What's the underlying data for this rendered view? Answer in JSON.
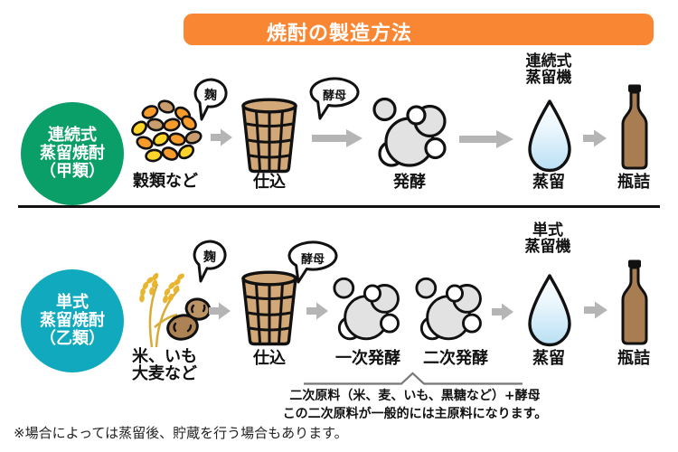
{
  "title": "焼酎の製造方法",
  "colors": {
    "banner_orange": "#F98633",
    "badge_green": "#0A9E68",
    "badge_teal": "#10A9BE",
    "arrow_gray": "#B5B5B5",
    "bubble_gray": "#E2E2E2",
    "barrel_tan": "#D2A878",
    "bottle_brown": "#A87D52",
    "drop_blue": "#B9DFF4",
    "grain_orange": "#F79B2A",
    "grain_yellow": "#FFD42A",
    "grain_tan": "#C99D6E",
    "rice_gold": "#E8B52E",
    "potato_brown": "#AD8356"
  },
  "row1": {
    "badge": {
      "line1": "連続式",
      "line2": "蒸留焼酎",
      "line3": "（甲類）"
    },
    "material_label": "穀類など",
    "koji_bubble": "麹",
    "mash_label": "仕込",
    "yeast_bubble": "酵母",
    "ferment_label": "発酵",
    "still": {
      "line1": "連続式",
      "line2": "蒸留機"
    },
    "distill_label": "蒸留",
    "bottle_label": "瓶詰"
  },
  "row2": {
    "badge": {
      "line1": "単式",
      "line2": "蒸留焼酎",
      "line3": "（乙類）"
    },
    "material": {
      "line1": "米、いも",
      "line2": "大麦など"
    },
    "koji_bubble": "麹",
    "mash_label": "仕込",
    "yeast_bubble": "酵母",
    "ferment1_label": "一次発酵",
    "ferment2_label": "二次発酵",
    "still": {
      "line1": "単式",
      "line2": "蒸留機"
    },
    "distill_label": "蒸留",
    "bottle_label": "瓶詰"
  },
  "annotation": {
    "line1": "二次原料（米、麦、いも、黒糖など）+酵母",
    "line2": "この二次原料が一般的には主原料になります。"
  },
  "footnote": "※場合によっては蒸留後、貯蔵を行う場合もあります。"
}
